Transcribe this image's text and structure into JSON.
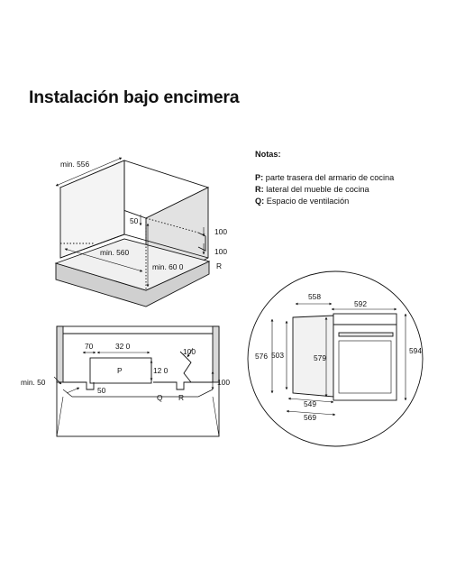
{
  "title": "Instalación bajo encimera",
  "notes": {
    "heading": "Notas:",
    "items": [
      {
        "key": "P:",
        "text": " parte trasera del armario de cocina"
      },
      {
        "key": "R:",
        "text": " lateral del mueble de cocina"
      },
      {
        "key": "Q:",
        "text": " Espacio de ventilación"
      }
    ]
  },
  "cabinet_iso": {
    "dim_depth": "min. 556",
    "dim_width": "min. 560",
    "dim_height": "min. 60  0",
    "dim_50": "50",
    "dim_100_upper": "100",
    "dim_100_lower": "100",
    "label_r": "R"
  },
  "section_view": {
    "dim_70": "70",
    "dim_320": "32 0",
    "dim_100_top": "100",
    "dim_120": "12 0",
    "dim_100_right": "100",
    "dim_min50": "min. 50",
    "dim_50": "50",
    "label_p": "P",
    "label_q": "Q",
    "label_r": "R"
  },
  "oven": {
    "dim_558": "558",
    "dim_592": "592",
    "dim_576": "576",
    "dim_503": "503",
    "dim_579": "579",
    "dim_594": "594",
    "dim_549": "549",
    "dim_569": "569"
  }
}
